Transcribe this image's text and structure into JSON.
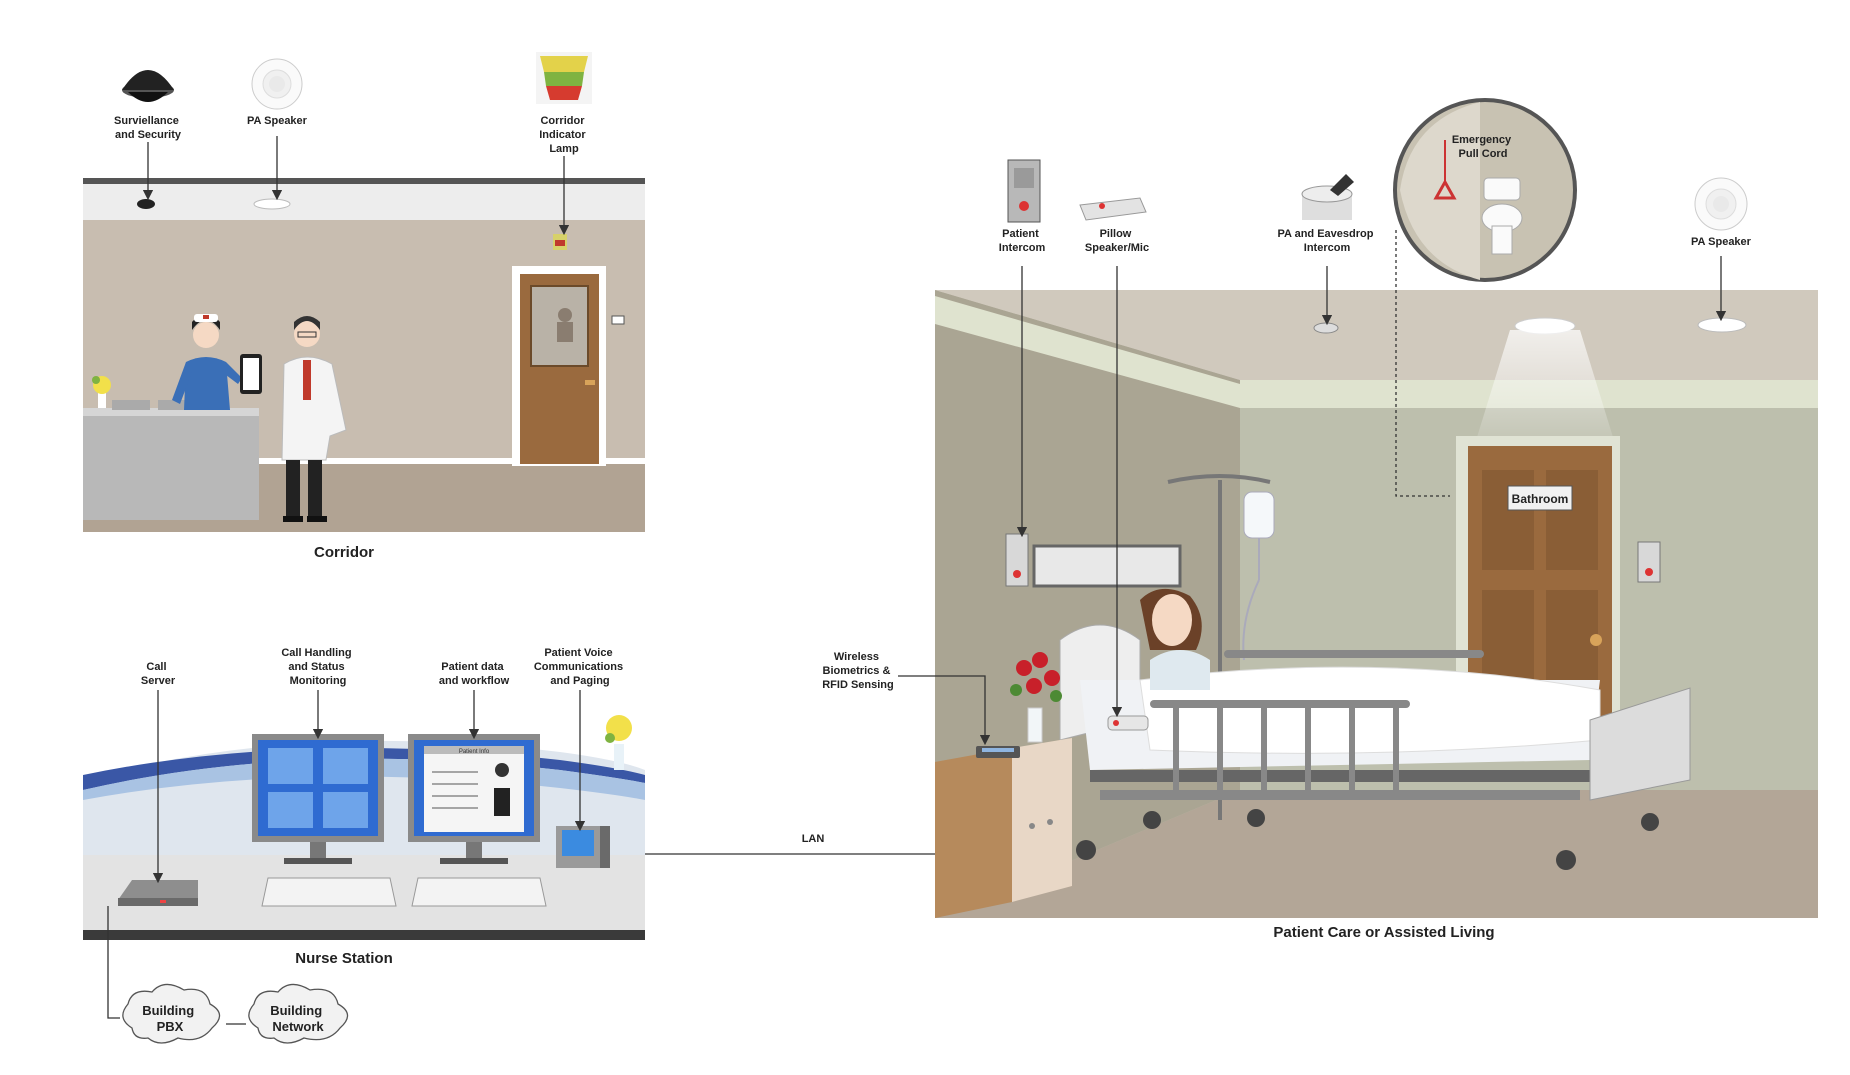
{
  "corridor": {
    "caption": "Corridor",
    "surveillance_label": [
      "Surviellance",
      "and Security"
    ],
    "pa_speaker_label": [
      "PA Speaker"
    ],
    "indicator_lamp_label": [
      "Corridor",
      "Indicator",
      "Lamp"
    ]
  },
  "nurse_station": {
    "caption": "Nurse Station",
    "call_server_label": [
      "Call",
      "Server"
    ],
    "call_handling_label": [
      "Call Handling",
      "and Status",
      "Monitoring"
    ],
    "patient_data_label": [
      "Patient data",
      "and workflow"
    ],
    "voice_comm_label": [
      "Patient Voice",
      "Communications",
      "and Paging"
    ],
    "patient_info_window": "Patient Info"
  },
  "network": {
    "lan_label": "LAN",
    "pbx_label": [
      "Building",
      "PBX"
    ],
    "building_network_label": [
      "Building",
      "Network"
    ]
  },
  "patient_room": {
    "caption": "Patient Care or Assisted Living",
    "patient_intercom_label": [
      "Patient",
      "Intercom"
    ],
    "pillow_speaker_label": [
      "Pillow",
      "Speaker/Mic"
    ],
    "pa_eavesdrop_label": [
      "PA and Eavesdrop",
      "Intercom"
    ],
    "emergency_cord_label": [
      "Emergency",
      "Pull Cord"
    ],
    "pa_speaker_label": [
      "PA Speaker"
    ],
    "wireless_label": [
      "Wireless",
      "Biometrics &",
      "RFID Sensing"
    ],
    "bathroom_sign": "Bathroom"
  },
  "colors": {
    "wall_beige": "#c8bdb0",
    "floor_brown": "#b1a393",
    "door_brown": "#9a6a3e",
    "room_wall_green": "#bdbfad",
    "accent_blue": "#3e7fd0"
  }
}
